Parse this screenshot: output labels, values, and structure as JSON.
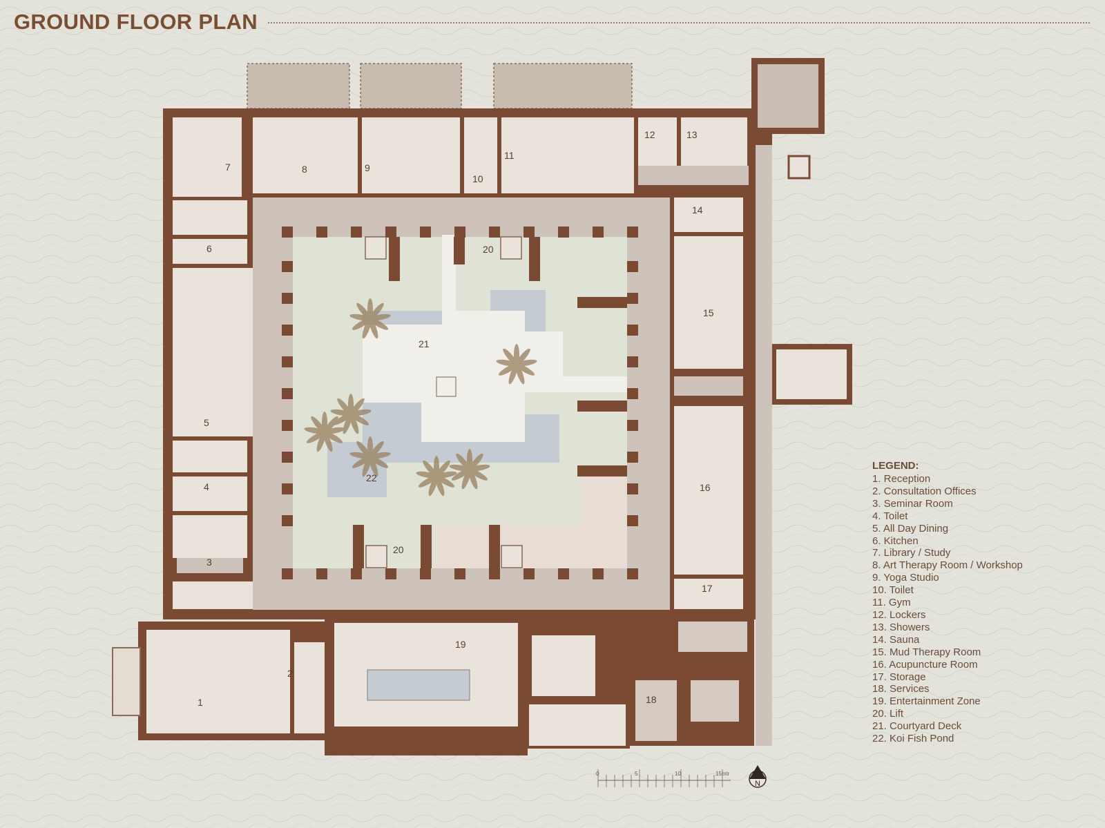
{
  "page": {
    "title": "GROUND FLOOR PLAN"
  },
  "legend": {
    "title": "LEGEND:",
    "items": [
      "1. Reception",
      "2. Consultation Offices",
      "3. Seminar Room",
      "4. Toilet",
      "5. All Day Dining",
      "6. Kitchen",
      "7. Library / Study",
      "8. Art Therapy Room / Workshop",
      "9. Yoga Studio",
      "10. Toilet",
      "11. Gym",
      "12. Lockers",
      "13. Showers",
      "14. Sauna",
      "15. Mud Therapy Room",
      "16. Acupuncture Room",
      "17. Storage",
      "18. Services",
      "19. Entertainment Zone",
      "20. Lift",
      "21. Courtyard Deck",
      "22. Koi Fish Pond"
    ]
  },
  "plan": {
    "room_numbers": [
      "1",
      "2",
      "3",
      "4",
      "5",
      "6",
      "7",
      "8",
      "9",
      "10",
      "11",
      "12",
      "13",
      "14",
      "15",
      "16",
      "17",
      "18",
      "19",
      "20",
      "20",
      "21",
      "22"
    ]
  },
  "scale_bar": {
    "ticks": [
      "0",
      "5",
      "10",
      "15mtr"
    ]
  },
  "north": {
    "label": "N"
  },
  "colors": {
    "wall": "#7a4a32",
    "room": "#e9e3dc",
    "corridor": "#cdc3ba",
    "courtyard": "#dfe3d5",
    "deck": "#f1efe9",
    "pond": "#c5cbd2",
    "text": "#7a4e32"
  }
}
